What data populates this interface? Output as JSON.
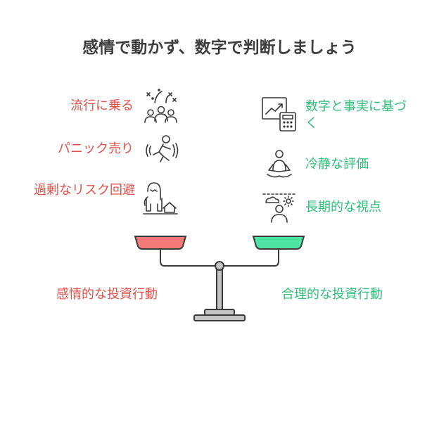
{
  "title": "感情で動かず、数字で判断しましょう",
  "left": {
    "items": [
      "流行に乗る",
      "パニック売り",
      "過剰なリスク回避"
    ],
    "caption": "感情的な投資行動"
  },
  "right": {
    "items": [
      "数字と事実に基づく",
      "冷静な評価",
      "長期的な視点"
    ],
    "caption": "合理的な投資行動"
  },
  "colors": {
    "emotional": "#e2504a",
    "rational": "#2fbd7a",
    "pan_left": "#f47a7a",
    "pan_right": "#4fe3a3",
    "stroke": "#3a3a3a"
  },
  "icons": [
    "cheering-crowd-icon",
    "panic-running-icon",
    "fearful-person-icon",
    "chart-calculator-icon",
    "meditation-icon",
    "horizon-view-icon"
  ]
}
